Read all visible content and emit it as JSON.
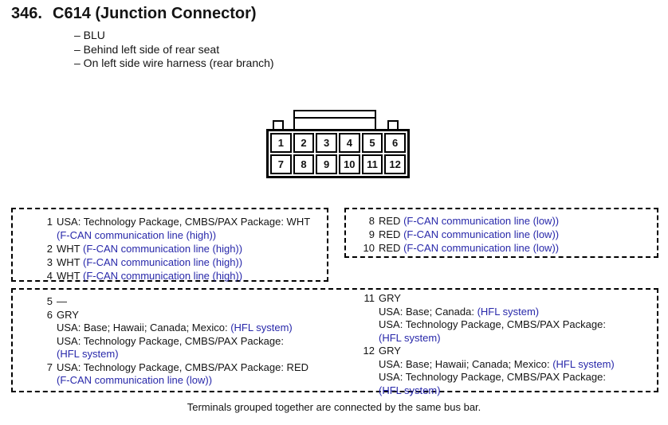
{
  "page": {
    "title_number": "346.",
    "title_text": "C614 (Junction Connector)",
    "bullets": [
      "– BLU",
      "– Behind left side of rear seat",
      "– On left side wire harness (rear branch)"
    ],
    "footer_note": "Terminals grouped together are connected by the same bus bar."
  },
  "colors": {
    "link_blue": "#2828aa",
    "text": "#141414",
    "background": "#ffffff"
  },
  "connector": {
    "name": "C614",
    "rows": 2,
    "columns": 6,
    "pins": [
      "1",
      "2",
      "3",
      "4",
      "5",
      "6",
      "7",
      "8",
      "9",
      "10",
      "11",
      "12"
    ]
  },
  "pin_boxes": {
    "top_left": [
      {
        "num": "1",
        "black": "USA: Technology Package, CMBS/PAX Package: WHT",
        "blue": ""
      },
      {
        "num": "",
        "black": "",
        "blue": "(F-CAN communication line (high))"
      },
      {
        "num": "2",
        "black": "WHT ",
        "blue": "(F-CAN communication line (high))"
      },
      {
        "num": "3",
        "black": "WHT ",
        "blue": "(F-CAN communication line (high))"
      },
      {
        "num": "4",
        "black": "WHT ",
        "blue": "(F-CAN communication line (high))"
      }
    ],
    "top_right": [
      {
        "num": "8",
        "black": "RED ",
        "blue": "(F-CAN communication line (low))"
      },
      {
        "num": "9",
        "black": "RED ",
        "blue": "(F-CAN communication line (low))"
      },
      {
        "num": "10",
        "black": "RED ",
        "blue": "(F-CAN communication line (low))"
      }
    ],
    "bottom_left": [
      {
        "num": "5",
        "black": "—",
        "blue": ""
      },
      {
        "num": "6",
        "black": "GRY",
        "blue": ""
      },
      {
        "num": "",
        "black": "USA: Base; Hawaii; Canada; Mexico: ",
        "blue": "(HFL system)"
      },
      {
        "num": "",
        "black": "USA: Technology Package, CMBS/PAX Package:",
        "blue": ""
      },
      {
        "num": "",
        "black": "",
        "blue": "(HFL system)"
      },
      {
        "num": "7",
        "black": "USA: Technology Package, CMBS/PAX Package: RED",
        "blue": ""
      },
      {
        "num": "",
        "black": "",
        "blue": "(F-CAN communication line (low))"
      }
    ],
    "bottom_right": [
      {
        "num": "11",
        "black": "GRY",
        "blue": ""
      },
      {
        "num": "",
        "black": "USA: Base; Canada: ",
        "blue": "(HFL system)"
      },
      {
        "num": "",
        "black": "USA: Technology Package, CMBS/PAX Package:",
        "blue": ""
      },
      {
        "num": "",
        "black": "",
        "blue": "(HFL system)"
      },
      {
        "num": "12",
        "black": "GRY",
        "blue": ""
      },
      {
        "num": "",
        "black": "USA: Base; Hawaii; Canada; Mexico: ",
        "blue": "(HFL system)"
      },
      {
        "num": "",
        "black": "USA: Technology Package, CMBS/PAX Package:",
        "blue": ""
      },
      {
        "num": "",
        "black": "",
        "blue": "(HFL system)"
      }
    ]
  }
}
